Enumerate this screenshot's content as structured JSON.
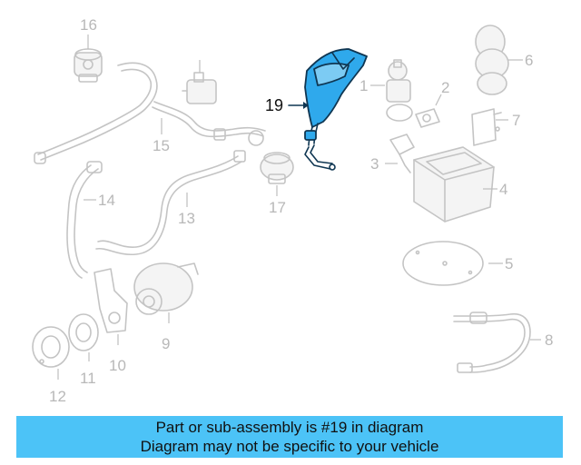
{
  "diagram": {
    "callouts": {
      "c1": "1",
      "c2": "2",
      "c3": "3",
      "c4": "4",
      "c5": "5",
      "c6": "6",
      "c7": "7",
      "c8": "8",
      "c9": "9",
      "c10": "10",
      "c11": "11",
      "c12": "12",
      "c13": "13",
      "c14": "14",
      "c15": "15",
      "c16": "16",
      "c17": "17",
      "c19": "19"
    },
    "highlight_part": "19",
    "highlight_color": "#2fa9ec",
    "outline_color": "#c4c4c4"
  },
  "banner": {
    "line1": "Part or sub-assembly is #19 in diagram",
    "line2": "Diagram may not be specific to your vehicle",
    "background": "#4cc3f7"
  }
}
